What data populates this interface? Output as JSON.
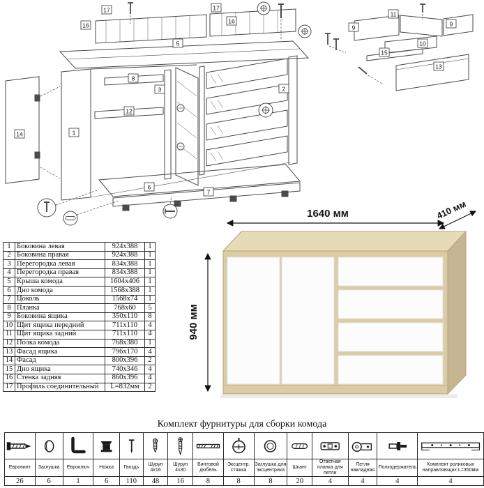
{
  "title": "Комплект фурнитуры для сборки комода",
  "dimensions": {
    "width": "1640 мм",
    "depth": "410 мм",
    "height": "940 мм"
  },
  "parts_table": {
    "rows": [
      {
        "num": "1",
        "name": "Боковина левая",
        "size": "924x388",
        "qty": "1"
      },
      {
        "num": "2",
        "name": "Боковина правая",
        "size": "924x388",
        "qty": "1"
      },
      {
        "num": "3",
        "name": "Перегородка левая",
        "size": "834x388",
        "qty": "1"
      },
      {
        "num": "4",
        "name": "Перегородка правая",
        "size": "834x388",
        "qty": "1"
      },
      {
        "num": "5",
        "name": "Крыша комода",
        "size": "1604x406",
        "qty": "1"
      },
      {
        "num": "6",
        "name": "Дно комода",
        "size": "1568x388",
        "qty": "1"
      },
      {
        "num": "7",
        "name": "Цоколь",
        "size": "1568x74",
        "qty": "1"
      },
      {
        "num": "8",
        "name": "Планка",
        "size": "768x60",
        "qty": "5"
      },
      {
        "num": "9",
        "name": "Боковина ящика",
        "size": "350x110",
        "qty": "8"
      },
      {
        "num": "10",
        "name": "Щит ящика передний",
        "size": "711x110",
        "qty": "4"
      },
      {
        "num": "11",
        "name": "Щит ящика задний",
        "size": "711x110",
        "qty": "4"
      },
      {
        "num": "12",
        "name": "Полка комода",
        "size": "768x380",
        "qty": "1"
      },
      {
        "num": "13",
        "name": "Фасад ящика",
        "size": "796x170",
        "qty": "4"
      },
      {
        "num": "14",
        "name": "Фасад",
        "size": "800x396",
        "qty": "2"
      },
      {
        "num": "15",
        "name": "Дно ящика",
        "size": "740x346",
        "qty": "4"
      },
      {
        "num": "16",
        "name": "Стенка задняя",
        "size": "860x396",
        "qty": "4"
      },
      {
        "num": "17",
        "name": "Профиль соединительный",
        "size": "L=832мм",
        "qty": "2"
      }
    ]
  },
  "diagram_labels": {
    "main": [
      "17",
      "17",
      "16",
      "16",
      "5",
      "8",
      "3",
      "12",
      "1",
      "14",
      "2",
      "6",
      "7"
    ],
    "drawer_detail": [
      "11",
      "9",
      "9",
      "15",
      "10",
      "13"
    ]
  },
  "hardware": {
    "items": [
      {
        "icon": "euroscrew-icon",
        "name": "Евровинт",
        "qty": "26"
      },
      {
        "icon": "cap-icon",
        "name": "Заглушка",
        "qty": "6"
      },
      {
        "icon": "hexkey-icon",
        "name": "Евроключ",
        "qty": "1"
      },
      {
        "icon": "foot-icon",
        "name": "Ножка",
        "qty": "6"
      },
      {
        "icon": "nail-icon",
        "name": "Гвоздь",
        "qty": "110"
      },
      {
        "icon": "screw-16-icon",
        "name": "Шуруп 4x16",
        "qty": "48"
      },
      {
        "icon": "screw-30-icon",
        "name": "Шуруп 4x30",
        "qty": "16"
      },
      {
        "icon": "dowel-screw-icon",
        "name": "Винтовой дюбель",
        "qty": "8"
      },
      {
        "icon": "cam-lock-icon",
        "name": "Эксцентр. стяжка",
        "qty": "8"
      },
      {
        "icon": "cam-cap-icon",
        "name": "Заглушка для эксцентрика",
        "qty": "8"
      },
      {
        "icon": "wood-dowel-icon",
        "name": "Шкант",
        "qty": "20"
      },
      {
        "icon": "hinge-plate-icon",
        "name": "Ответная планка для петли",
        "qty": "4"
      },
      {
        "icon": "hinge-icon",
        "name": "Петля накладная",
        "qty": "4"
      },
      {
        "icon": "shelf-support-icon",
        "name": "Полкодержатель",
        "qty": "4"
      },
      {
        "icon": "drawer-slides-icon",
        "name": "Комплект роликовых направляющих L=350мм",
        "qty": "4"
      }
    ]
  }
}
